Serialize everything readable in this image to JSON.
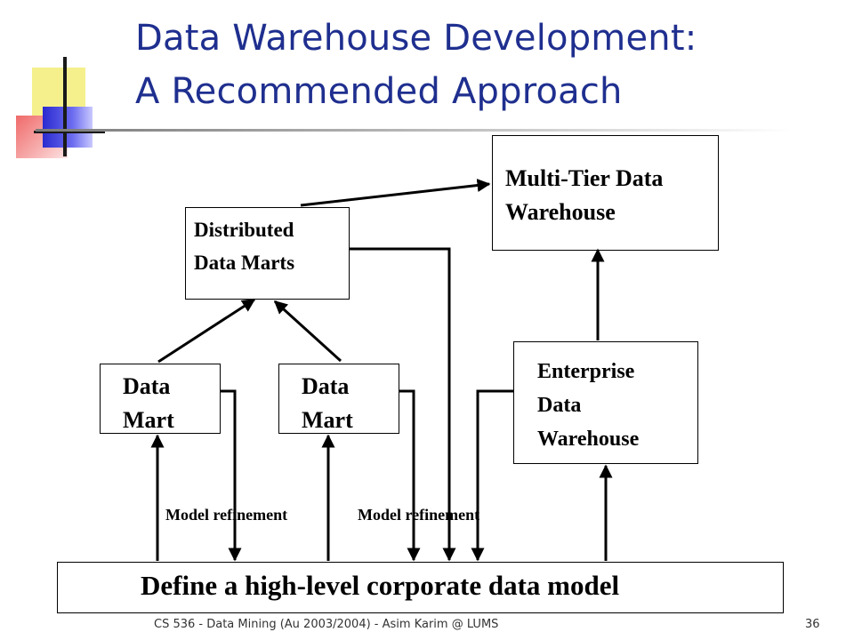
{
  "slide": {
    "title_line1": "Data Warehouse Development:",
    "title_line2": "A Recommended Approach",
    "footer_text": "CS 536 - Data Mining (Au 2003/2004) - Asim Karim @ LUMS",
    "page_number": "36"
  },
  "diagram": {
    "nodes": {
      "multi_tier": "Multi-Tier Data\nWarehouse",
      "distributed": "Distributed\nData Marts",
      "data_mart_1": "Data\nMart",
      "data_mart_2": "Data\nMart",
      "enterprise": "Enterprise\nData\nWarehouse",
      "corporate_model": "Define a high-level corporate data model"
    },
    "edge_labels": {
      "refinement_1": "Model refinement",
      "refinement_2": "Model refinement"
    }
  },
  "colors": {
    "title": "#1f2f8f",
    "line": "#000000"
  }
}
